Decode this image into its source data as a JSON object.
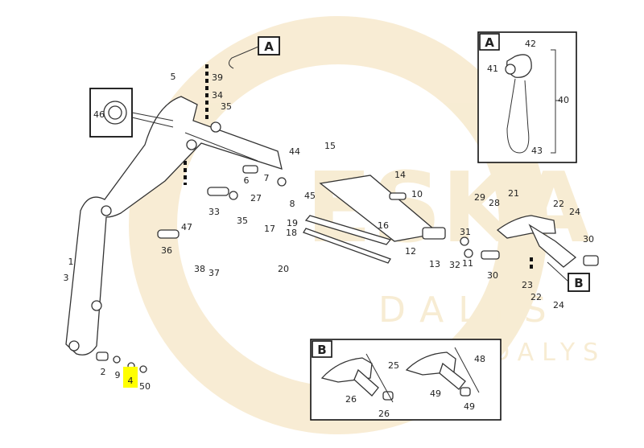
{
  "watermark": {
    "brand": "ESKA",
    "sub": "DALYS",
    "color": "#f2ddb0"
  },
  "highlight_color": "#ffff00",
  "callout_labels": {
    "a_main": "A",
    "b_main": "B",
    "a_detail": "A",
    "b_detail": "B"
  },
  "part_numbers": [
    "1",
    "2",
    "3",
    "4",
    "5",
    "6",
    "7",
    "8",
    "9",
    "10",
    "11",
    "12",
    "13",
    "14",
    "15",
    "16",
    "17",
    "18",
    "19",
    "20",
    "21",
    "22",
    "22",
    "23",
    "24",
    "24",
    "25",
    "26",
    "26",
    "27",
    "28",
    "29",
    "30",
    "30",
    "31",
    "32",
    "33",
    "34",
    "35",
    "35",
    "36",
    "37",
    "38",
    "39",
    "40",
    "41",
    "42",
    "43",
    "44",
    "45",
    "46",
    "47",
    "48",
    "49",
    "49",
    "50"
  ],
  "highlighted_part": "4"
}
